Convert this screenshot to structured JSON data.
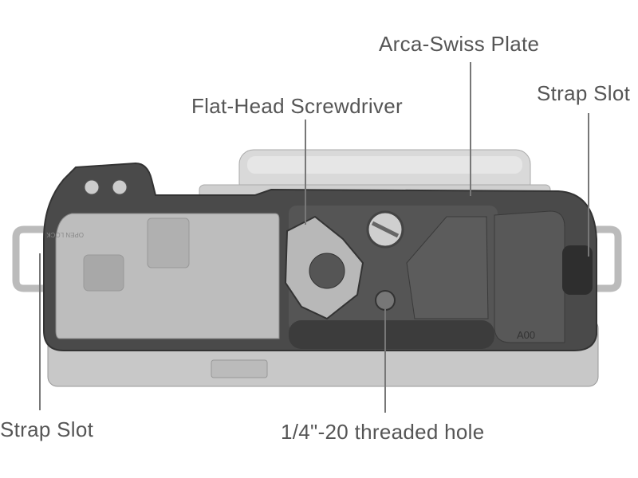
{
  "labels": {
    "arca_swiss_plate": "Arca-Swiss Plate",
    "flat_head_screwdriver": "Flat-Head Screwdriver",
    "strap_slot_right": "Strap Slot",
    "strap_slot_left": "Strap Slot",
    "threaded_hole": "1/4\"-20 threaded hole"
  },
  "engravings": {
    "plate_code": "A00",
    "battery_door": "OPEN LOCK"
  },
  "colors": {
    "label_text": "#555555",
    "cage": "#4a4a4a",
    "camera_body": "#c8c8c8",
    "leader_line": "#777777"
  }
}
